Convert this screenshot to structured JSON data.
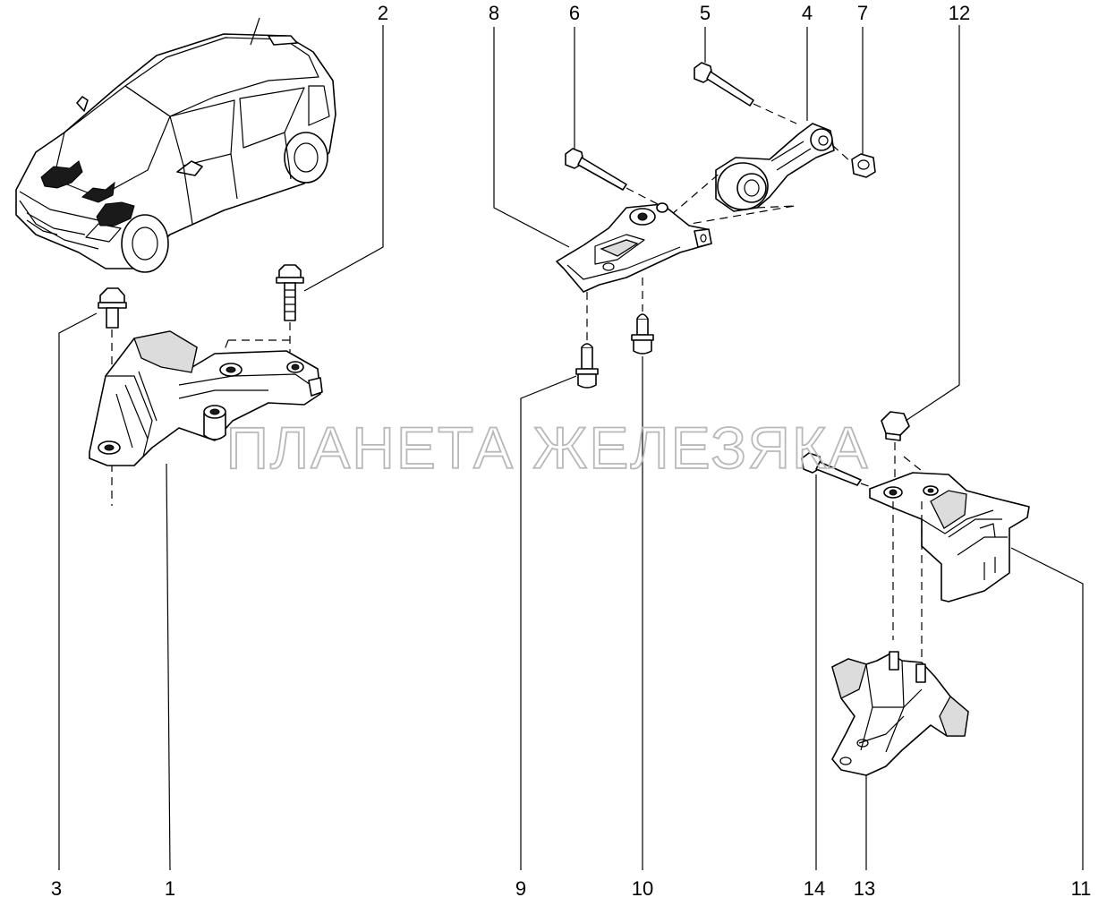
{
  "watermark": "ПЛАНЕТА ЖЕЛЕЗЯКА",
  "callouts": {
    "c1": "1",
    "c2": "2",
    "c3": "3",
    "c4": "4",
    "c5": "5",
    "c6": "6",
    "c7": "7",
    "c8": "8",
    "c9": "9",
    "c10": "10",
    "c11": "11",
    "c12": "12",
    "c13": "13",
    "c14": "14"
  }
}
